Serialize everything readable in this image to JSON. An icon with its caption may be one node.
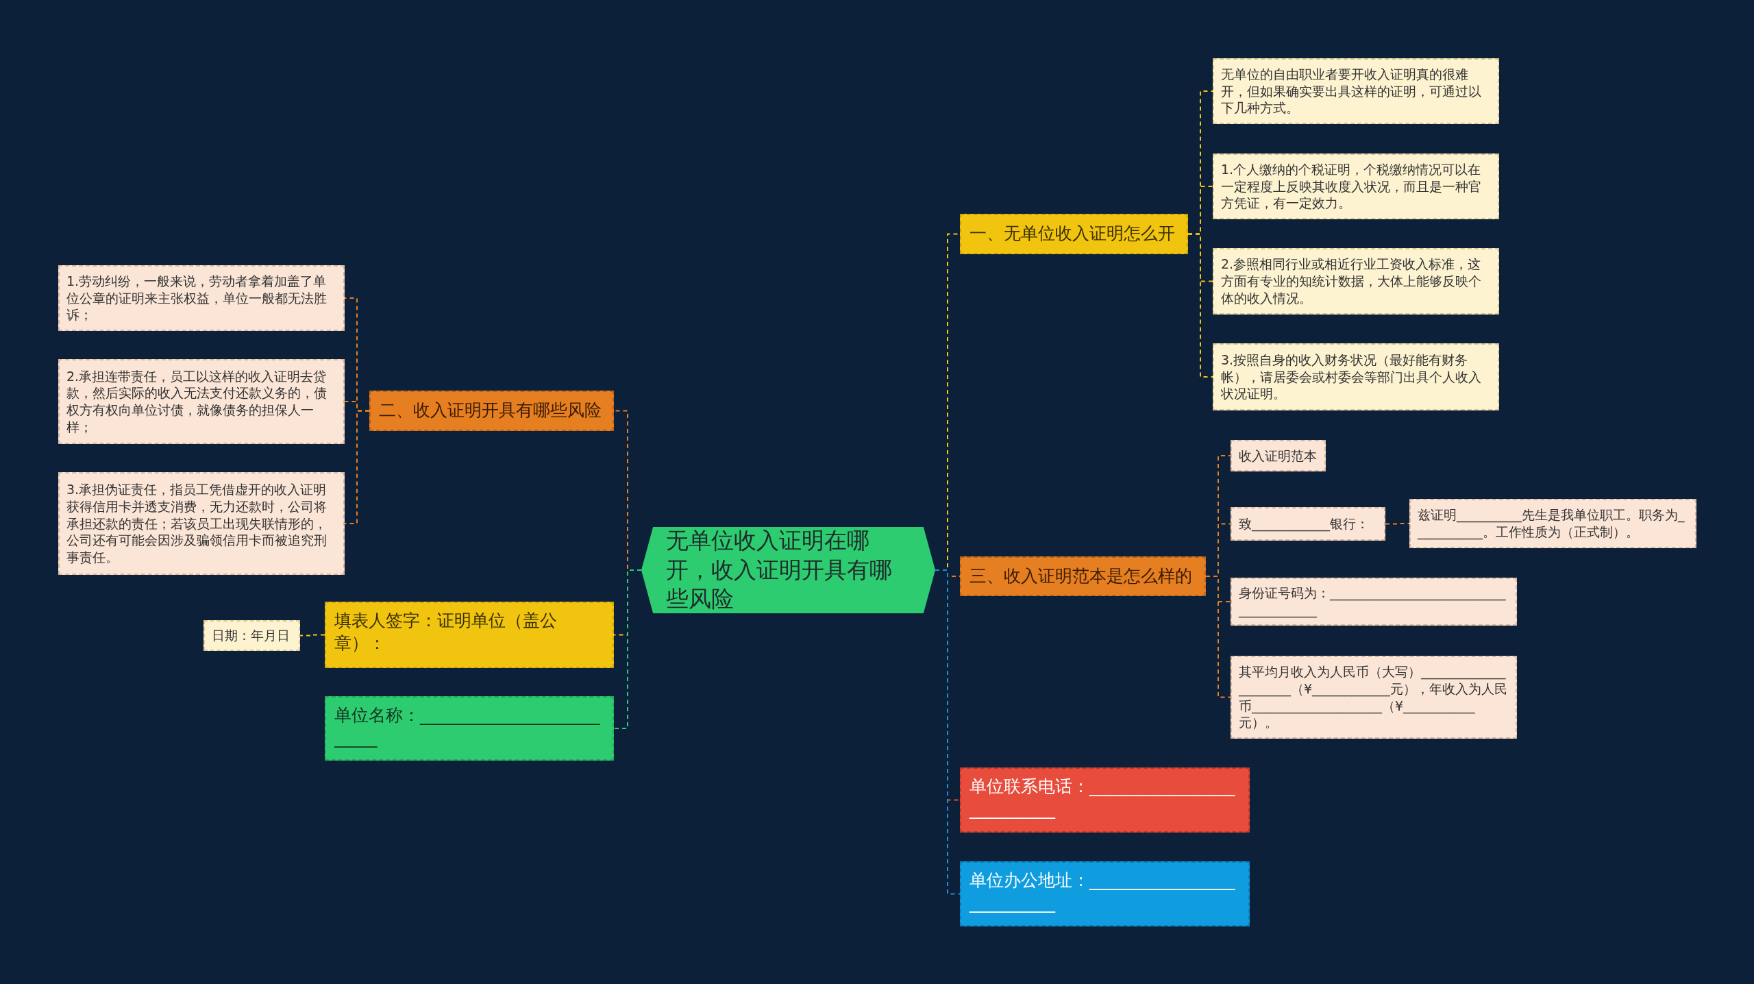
{
  "diagram": {
    "nodes": [
      {
        "text": [
          "无单位收入证明在哪开，收入证明开具有哪些风险"
        ]
      },
      {
        "text": [
          "一、无单位收入证明怎么开"
        ]
      },
      {
        "text": [
          "无单位的自由职业者要开收入证明真的很难开，但如果确实要出具这样的证明，可通过以下几种方式。"
        ]
      },
      {
        "text": [
          "1.个人缴纳的个税证明，个税缴纳情况可以在一定程度上反映其收度入状况，而且是一种官方凭证，有一定效力。"
        ]
      },
      {
        "text": [
          "2.参照相同行业或相近行业工资收入标准，这方面有专业的知统计数据，大体上能够反映个体的收入情况。"
        ]
      },
      {
        "text": [
          "3.按照自身的收入财务状况（最好能有财务帐），请居委会或村委会等部门出具个人收入状况证明。"
        ]
      },
      {
        "text": [
          "二、收入证明开具有哪些风险"
        ]
      },
      {
        "text": [
          "1.劳动纠纷，一般来说，劳动者拿着加盖了单位公章的证明来主张权益，单位一般都无法胜诉；"
        ]
      },
      {
        "text": [
          "2.承担连带责任，员工以这样的收入证明去贷款，然后实际的收入无法支付还款义务的，债权方有权向单位讨债，就像债务的担保人一样；"
        ]
      },
      {
        "text": [
          "3.承担伪证责任，指员工凭借虚开的收入证明获得信用卡并透支消费，无力还款时，公司将承担还款的责任；若该员工出现失联情形的，公司还有可能会因涉及骗领信用卡而被追究刑事责任。"
        ]
      },
      {
        "text": [
          "三、收入证明范本是怎么样的"
        ]
      },
      {
        "text": [
          "收入证明范本"
        ]
      },
      {
        "text": [
          "致____________银行："
        ]
      },
      {
        "text": [
          "兹证明__________先生是我单位职工。职务为___________。工作性质为（正式制）。"
        ]
      },
      {
        "text": [
          "身份证号码为：_______________________________________"
        ]
      },
      {
        "text": [
          "其平均月收入为人民币（大写）_____________________（¥____________元），年收入为人民币____________________（¥___________元）。"
        ]
      },
      {
        "text": [
          "填表人签字：证明单位（盖公章）："
        ]
      },
      {
        "text": [
          "日期：年月日"
        ]
      },
      {
        "text": [
          "单位名称：__________________________"
        ]
      },
      {
        "text": [
          "单位联系电话：___________________________"
        ]
      },
      {
        "text": [
          "单位办公地址：___________________________"
        ]
      }
    ],
    "edges": [
      {
        "from": 0,
        "to": 1,
        "arrow": "none",
        "color": "#f1c40f"
      },
      {
        "from": 1,
        "to": 2,
        "arrow": "none",
        "color": "#f1c40f"
      },
      {
        "from": 1,
        "to": 3,
        "arrow": "none",
        "color": "#f1c40f"
      },
      {
        "from": 1,
        "to": 4,
        "arrow": "none",
        "color": "#f1c40f"
      },
      {
        "from": 1,
        "to": 5,
        "arrow": "none",
        "color": "#f1c40f"
      },
      {
        "from": 0,
        "to": 6,
        "arrow": "none",
        "color": "#e67e22"
      },
      {
        "from": 6,
        "to": 7,
        "arrow": "none",
        "color": "#e67e22"
      },
      {
        "from": 6,
        "to": 8,
        "arrow": "none",
        "color": "#e67e22"
      },
      {
        "from": 6,
        "to": 9,
        "arrow": "none",
        "color": "#e67e22"
      },
      {
        "from": 0,
        "to": 10,
        "arrow": "none",
        "color": "#e67e22"
      },
      {
        "from": 10,
        "to": 11,
        "arrow": "none",
        "color": "#e67e22"
      },
      {
        "from": 10,
        "to": 12,
        "arrow": "none",
        "color": "#e67e22"
      },
      {
        "from": 12,
        "to": 13,
        "arrow": "none",
        "color": "#e67e22"
      },
      {
        "from": 10,
        "to": 14,
        "arrow": "none",
        "color": "#e67e22"
      },
      {
        "from": 10,
        "to": 15,
        "arrow": "none",
        "color": "#e67e22"
      },
      {
        "from": 0,
        "to": 16,
        "arrow": "none",
        "color": "#f1c40f"
      },
      {
        "from": 16,
        "to": 17,
        "arrow": "none",
        "color": "#f1c40f"
      },
      {
        "from": 0,
        "to": 18,
        "arrow": "none",
        "color": "#2ecc71"
      },
      {
        "from": 0,
        "to": 19,
        "arrow": "none",
        "color": "#e74c3c"
      },
      {
        "from": 0,
        "to": 20,
        "arrow": "none",
        "color": "#1e90d6"
      }
    ]
  }
}
